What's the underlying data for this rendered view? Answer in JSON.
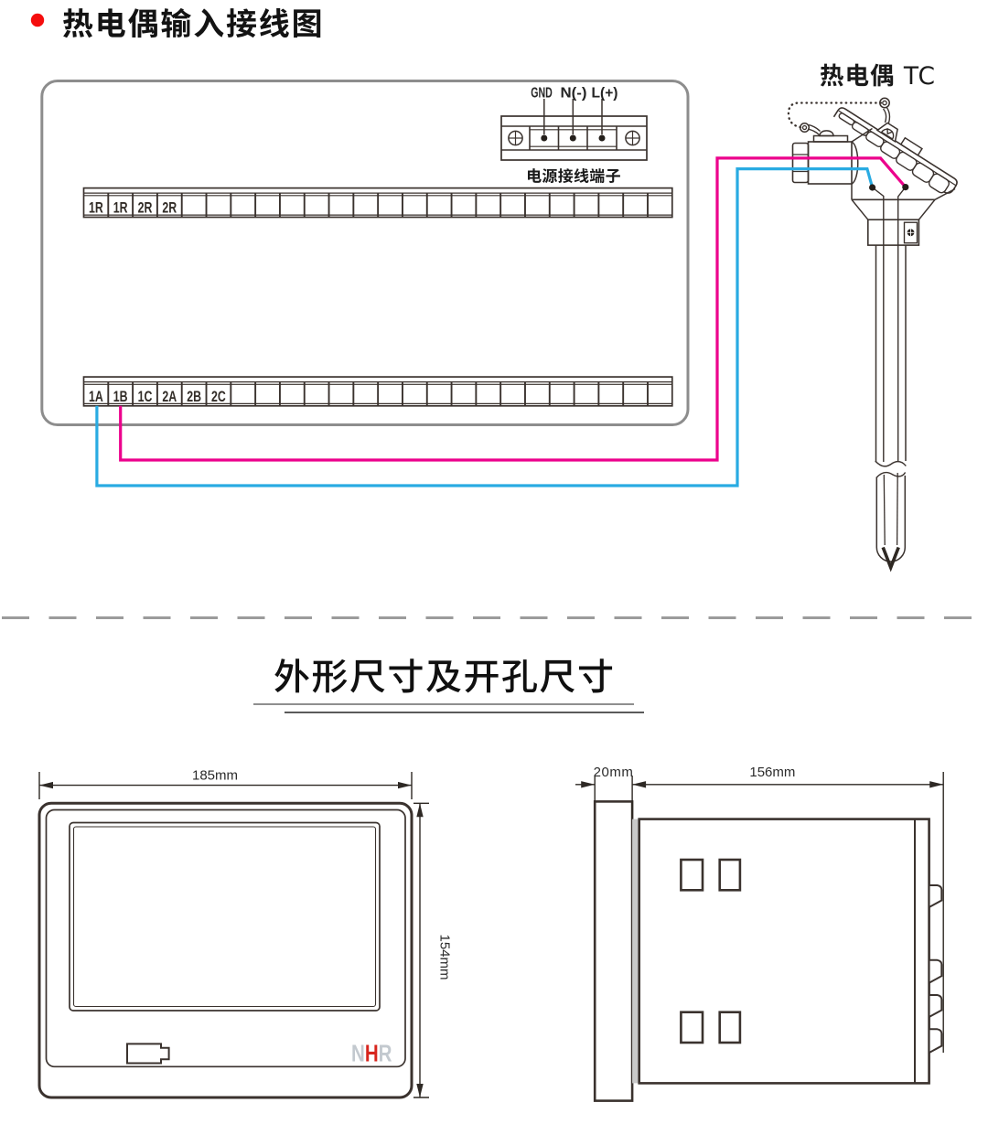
{
  "header": {
    "bullet_color": "#f50d0d",
    "title": "热电偶输入接线图"
  },
  "wiring": {
    "panel_border_color": "#8d8d8d",
    "power_block": {
      "labels": [
        "GND",
        "N(-)",
        "L(+)"
      ],
      "caption": "电源接线端子"
    },
    "top_strip": {
      "cells": [
        "1R",
        "1R",
        "2R",
        "2R",
        "",
        "",
        "",
        "",
        "",
        "",
        "",
        "",
        "",
        "",
        "",
        "",
        "",
        "",
        "",
        "",
        "",
        "",
        "",
        ""
      ]
    },
    "bottom_strip": {
      "cells": [
        "1A",
        "1B",
        "1C",
        "2A",
        "2B",
        "2C",
        "",
        "",
        "",
        "",
        "",
        "",
        "",
        "",
        "",
        "",
        "",
        "",
        "",
        "",
        "",
        "",
        "",
        ""
      ]
    },
    "sensor_label": "热电偶 TC",
    "wires": {
      "positive_color": "#ec008c",
      "negative_color": "#29abe2"
    }
  },
  "divider": {
    "color": "#9b9b9b"
  },
  "outline_section": {
    "title": "外形尺寸及开孔尺寸",
    "front_view": {
      "width_label": "185mm",
      "height_label": "154mm",
      "logo": {
        "n": "N",
        "h": "H",
        "r": "R",
        "accent_color": "#d7251d",
        "gray_color": "#c3c9cf"
      }
    },
    "side_view": {
      "depth_label": "20mm",
      "length_label": "156mm"
    }
  }
}
